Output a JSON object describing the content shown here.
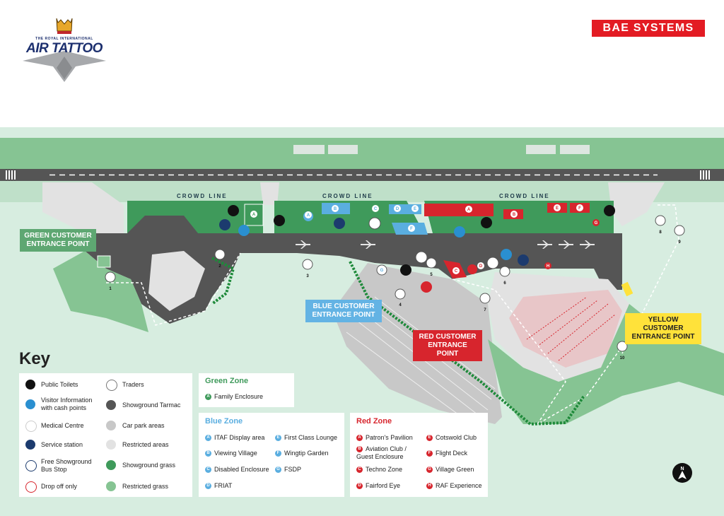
{
  "logo": {
    "line1": "THE ROYAL INTERNATIONAL",
    "line2": "AIR TATTOO"
  },
  "sponsor": "BAE SYSTEMS",
  "map": {
    "crowd_line_label": "CROWD LINE",
    "entrances": {
      "green": "GREEN CUSTOMER ENTRANCE POINT",
      "blue": "BLUE CUSTOMER ENTRANCE POINT",
      "red": "RED CUSTOMER ENTRANCE POINT",
      "yellow": "YELLOW CUSTOMER ENTRANCE POINT"
    },
    "bus_stops": [
      "1",
      "2",
      "3",
      "4",
      "5",
      "6",
      "7",
      "8",
      "9",
      "10"
    ],
    "zone_markers": {
      "green": [
        "A"
      ],
      "blue": [
        "A",
        "B",
        "C",
        "D",
        "E",
        "F",
        "G"
      ],
      "red": [
        "A",
        "B",
        "C",
        "D",
        "E",
        "F",
        "G",
        "H"
      ]
    }
  },
  "key": {
    "title": "Key",
    "items_left": [
      {
        "icon": "toilet-icon",
        "label": "Public Toilets"
      },
      {
        "icon": "info-icon",
        "label": "Visitor Information with cash points"
      },
      {
        "icon": "medical-cross-icon",
        "label": "Medical Centre"
      },
      {
        "icon": "service-station-icon",
        "label": "Service station"
      },
      {
        "icon": "bus-stop-icon",
        "label": "Free Showground Bus Stop"
      },
      {
        "icon": "drop-off-icon",
        "label": "Drop off only"
      }
    ],
    "items_right": [
      {
        "icon": "traders-icon",
        "label": "Traders"
      },
      {
        "swatch": "#555555",
        "label": "Showground Tarmac"
      },
      {
        "swatch": "#c8c8c8",
        "label": "Car park areas"
      },
      {
        "swatch": "#e2e2e2",
        "label": "Restricted areas"
      },
      {
        "swatch": "#3f9a5b",
        "label": "Showground grass"
      },
      {
        "swatch": "#86c493",
        "label": "Restricted grass"
      }
    ]
  },
  "zones": {
    "green": {
      "title": "Green Zone",
      "color": "#3f9a5b",
      "items": [
        {
          "code": "A",
          "label": "Family Enclosure"
        }
      ]
    },
    "blue": {
      "title": "Blue Zone",
      "color": "#5aaee0",
      "items": [
        {
          "code": "A",
          "label": "ITAF Display area"
        },
        {
          "code": "B",
          "label": "Viewing Village"
        },
        {
          "code": "C",
          "label": "Disabled Enclosure"
        },
        {
          "code": "D",
          "label": "FRIAT"
        },
        {
          "code": "E",
          "label": "First Class Lounge"
        },
        {
          "code": "F",
          "label": "Wingtip Garden"
        },
        {
          "code": "G",
          "label": "FSDP"
        }
      ]
    },
    "red": {
      "title": "Red Zone",
      "color": "#d7252d",
      "items": [
        {
          "code": "A",
          "label": "Patron's Pavilion"
        },
        {
          "code": "B",
          "label": "Aviation Club / Guest Enclosure"
        },
        {
          "code": "C",
          "label": "Techno Zone"
        },
        {
          "code": "D",
          "label": "Fairford Eye"
        },
        {
          "code": "E",
          "label": "Cotswold Club"
        },
        {
          "code": "F",
          "label": "Flight Deck"
        },
        {
          "code": "G",
          "label": "Village Green"
        },
        {
          "code": "H",
          "label": "RAF Experience"
        }
      ]
    }
  }
}
